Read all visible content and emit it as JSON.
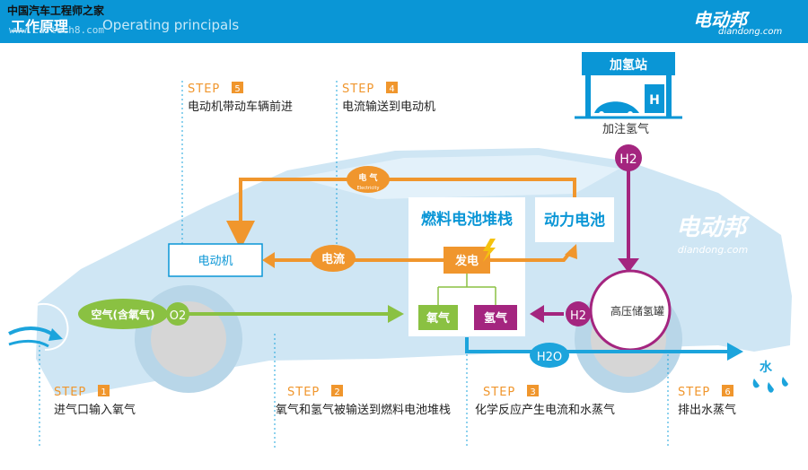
{
  "header": {
    "title": "工作原理",
    "subtitle": "Operating principals",
    "watermark_cn": "中国汽车工程师之家",
    "watermark_url": "www.cartech8.com",
    "brand_logo": "电动邦",
    "brand_url": "diandong.com"
  },
  "station": {
    "sign": "加氢站",
    "pump_label": "H",
    "caption": "加注氢气",
    "h2": "H2"
  },
  "components": {
    "motor": "电动机",
    "stack_title": "燃料电池堆栈",
    "battery": "动力电池",
    "generate": "发电",
    "oxygen": "氧气",
    "hydrogen": "氢气",
    "tank": "高压储氢罐",
    "air": "空气(含氧气)",
    "o2": "O2",
    "h2_tank": "H2",
    "h2o": "H2O",
    "water": "水"
  },
  "flows": {
    "electricity_cn": "电 气",
    "electricity_en": "Electricity",
    "current": "电流"
  },
  "steps": [
    {
      "word": "STEP",
      "num": "1",
      "text": "进气口输入氧气"
    },
    {
      "word": "STEP",
      "num": "2",
      "text": "氧气和氢气被输送到燃料电池堆栈"
    },
    {
      "word": "STEP",
      "num": "3",
      "text": "化学反应产生电流和水蒸气"
    },
    {
      "word": "STEP",
      "num": "4",
      "text": "电流输送到电动机"
    },
    {
      "word": "STEP",
      "num": "5",
      "text": "电动机带动车辆前进"
    },
    {
      "word": "STEP",
      "num": "6",
      "text": "排出水蒸气"
    }
  ],
  "watermark_mid": {
    "logo": "电动邦",
    "url": "diandong.com"
  },
  "colors": {
    "header": "#0a96d6",
    "orange": "#f0962d",
    "green": "#8ac142",
    "magenta": "#a4257f",
    "blue_arrow": "#1ca4dc",
    "step_orange": "#f0962d"
  }
}
